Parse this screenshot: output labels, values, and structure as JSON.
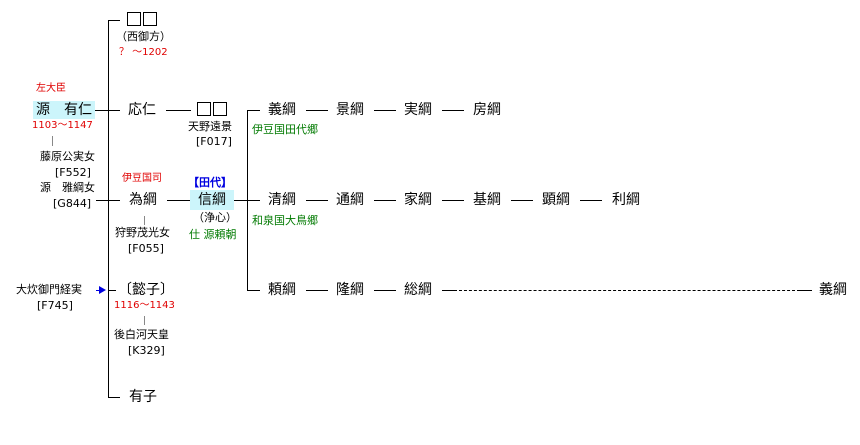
{
  "diagram": {
    "title_root": {
      "name": "源　有仁",
      "office": "左大臣",
      "years": "1103～1147"
    },
    "wives": [
      {
        "name": "藤原公実女",
        "code": "[F552]"
      },
      {
        "name": "源　雅綱女",
        "code": "[G844]"
      }
    ],
    "children": [
      {
        "name_placeholder": "□□",
        "note": "（西御方）",
        "years": "？ ～1202"
      },
      {
        "name": "応仁"
      },
      {
        "name": "為綱",
        "office": "伊豆国司",
        "mother": "狩野茂光女",
        "mother_code": "[F055]"
      },
      {
        "name": "〔懿子〕",
        "years": "1116～1143",
        "spouse": "後白河天皇",
        "spouse_code": "[K329]"
      },
      {
        "name": "有子"
      }
    ],
    "adoptive_father": {
      "name": "大炊御門経実",
      "code": "[F745]"
    },
    "ounin_child": {
      "name_placeholder": "□□",
      "note": "天野遠景",
      "code": "[F017]"
    },
    "nobutsuna": {
      "name": "信綱",
      "badge": "【田代】",
      "note": "（浄心）",
      "service": "仕 源頼朝"
    },
    "lines": [
      {
        "members": [
          "義綱",
          "景綱",
          "実綱",
          "房綱"
        ],
        "location": "伊豆国田代郷"
      },
      {
        "members": [
          "清綱",
          "通綱",
          "家綱",
          "基綱",
          "顕綱",
          "利綱"
        ],
        "location": "和泉国大鳥郷"
      },
      {
        "members": [
          "頼綱",
          "隆綱",
          "総綱"
        ],
        "continuation": "義綱"
      }
    ]
  }
}
